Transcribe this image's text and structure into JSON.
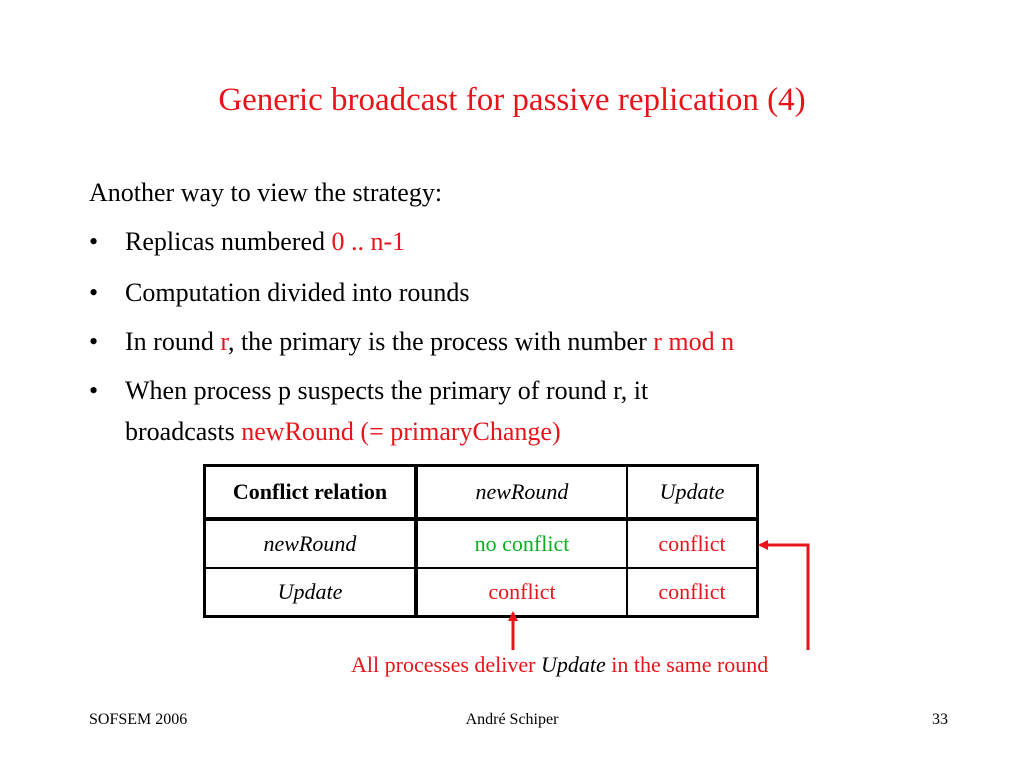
{
  "slide": {
    "title": "Generic broadcast for passive replication (4)",
    "intro": "Another way to view the strategy:",
    "bullet_glyph": "•",
    "bullets": [
      {
        "text": "Replicas numbered  ",
        "highlight": "0 .. n-1"
      },
      {
        "text": "Computation divided into rounds"
      },
      {
        "pre": "In round ",
        "r": "r",
        "mid": ", the primary is the process with number ",
        "highlight": "r mod n"
      },
      {
        "line1": "When process p suspects the primary of round r, it",
        "line2_pre": "broadcasts ",
        "line2_highlight": "newRound  (= primaryChange)"
      }
    ]
  },
  "table": {
    "header": [
      "Conflict relation",
      "newRound",
      "Update"
    ],
    "rows": [
      {
        "label": "newRound",
        "cells": [
          "no conflict",
          "conflict"
        ]
      },
      {
        "label": "Update",
        "cells": [
          "conflict",
          "conflict"
        ]
      }
    ]
  },
  "caption": {
    "pre": "All processes deliver ",
    "italic": "Update",
    "post": " in the same round"
  },
  "footer": {
    "left": "SOFSEM 2006",
    "center": "André Schiper",
    "right": "33"
  },
  "colors": {
    "accent_red": "#e8141a",
    "no_conflict_green": "#0ab020"
  }
}
